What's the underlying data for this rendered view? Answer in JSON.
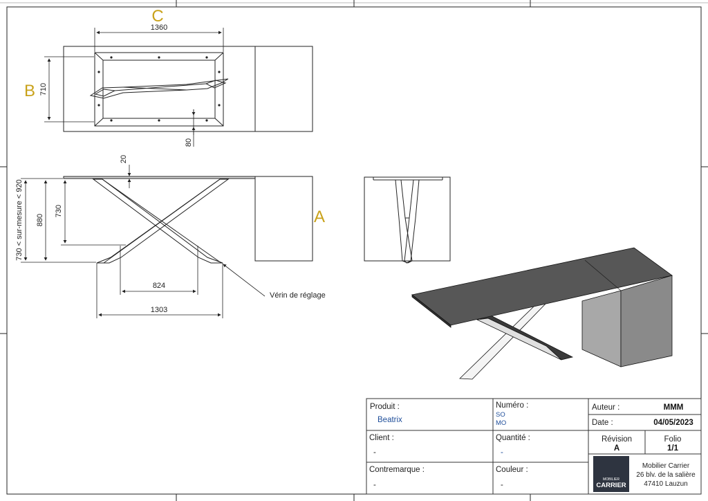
{
  "views": {
    "top_label": "C",
    "side_label": "B",
    "right_label": "A"
  },
  "dimensions": {
    "top_width": "1360",
    "top_depth": "710",
    "top_offset": "80",
    "top_thickness": "20",
    "height_range": "730 < sur-mesure < 920",
    "height_total": "880",
    "height_leg": "730",
    "leg_inner": "824",
    "leg_outer": "1303"
  },
  "annotations": {
    "leveler": "Vérin de réglage"
  },
  "title_block": {
    "produit_label": "Produit :",
    "produit_value": "Beatrix",
    "numero_label": "Numéro :",
    "numero_line1": "SO",
    "numero_line2": "MO",
    "auteur_label": "Auteur :",
    "auteur_value": "MMM",
    "date_label": "Date :",
    "date_value": "04/05/2023",
    "client_label": "Client :",
    "client_value": "-",
    "quantite_label": "Quantité :",
    "quantite_value": "-",
    "revision_label": "Révision",
    "revision_value": "A",
    "folio_label": "Folio",
    "folio_value": "1/1",
    "contremarque_label": "Contremarque :",
    "contremarque_value": "-",
    "couleur_label": "Couleur :",
    "couleur_value": "-",
    "company_line1": "Mobilier Carrier",
    "company_line2": "26 blv. de la salière",
    "company_line3": "47410 Lauzun",
    "logo_small": "MOBILIER",
    "logo_big": "CARRIER"
  },
  "colors": {
    "view_label": "#c9a21b",
    "accent_blue": "#1f4e9a",
    "iso_top": "#575757",
    "iso_side": "#8a8a8a",
    "iso_front": "#a8a8a8",
    "logo_bg": "#2e3440"
  }
}
